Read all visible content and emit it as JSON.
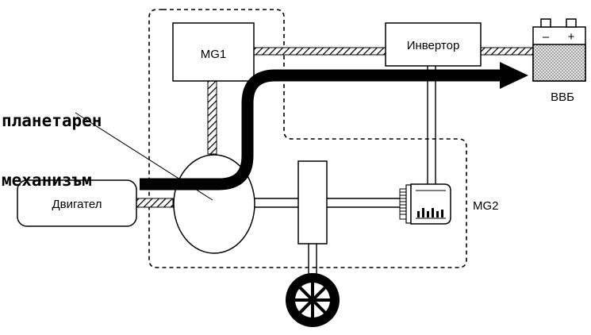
{
  "labels": {
    "mg1": "MG1",
    "inverter": "Инвертор",
    "engine": "Двигател",
    "mg2": "MG2",
    "battery": "ВВБ",
    "battery_minus": "–",
    "battery_plus": "+",
    "planetary_line1": "планетарен",
    "planetary_line2": "механизъм"
  },
  "icons": {
    "battery": "battery-icon",
    "wheel": "wheel-icon",
    "motor": "motor-icon"
  },
  "colors": {
    "stroke": "#000000",
    "power_flow": "#000000",
    "battery_fill": "#d0d0d0"
  }
}
